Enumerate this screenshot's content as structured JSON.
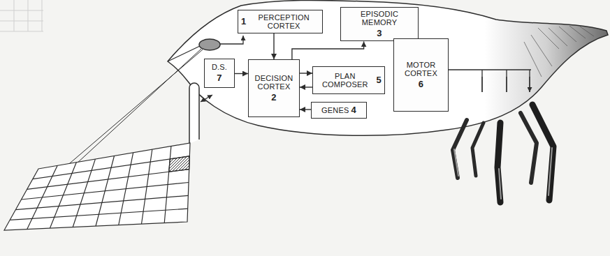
{
  "diagram": {
    "nodes": [
      {
        "text": [
          "1",
          "PERCEPTION CORTEX"
        ]
      },
      {
        "text": [
          "EPISODIC MEMORY",
          "3"
        ]
      },
      {
        "text": [
          "D.S.",
          "7"
        ]
      },
      {
        "text": [
          "DECISION CORTEX",
          "2"
        ]
      },
      {
        "text": [
          "PLAN COMPOSER",
          "5"
        ]
      },
      {
        "text": [
          "MOTOR CORTEX",
          "6"
        ]
      },
      {
        "text": [
          "GENES",
          "4"
        ]
      }
    ],
    "edges": [
      {
        "from": 0,
        "to": 3,
        "arrow": "to"
      },
      {
        "from": 3,
        "to": 1,
        "arrow": "to"
      },
      {
        "from": 2,
        "to": 3,
        "arrow": "to"
      },
      {
        "from": 3,
        "to": 4,
        "arrow": "to"
      },
      {
        "from": 4,
        "to": 3,
        "arrow": "to"
      },
      {
        "from": 6,
        "to": 3,
        "arrow": "to"
      }
    ]
  }
}
